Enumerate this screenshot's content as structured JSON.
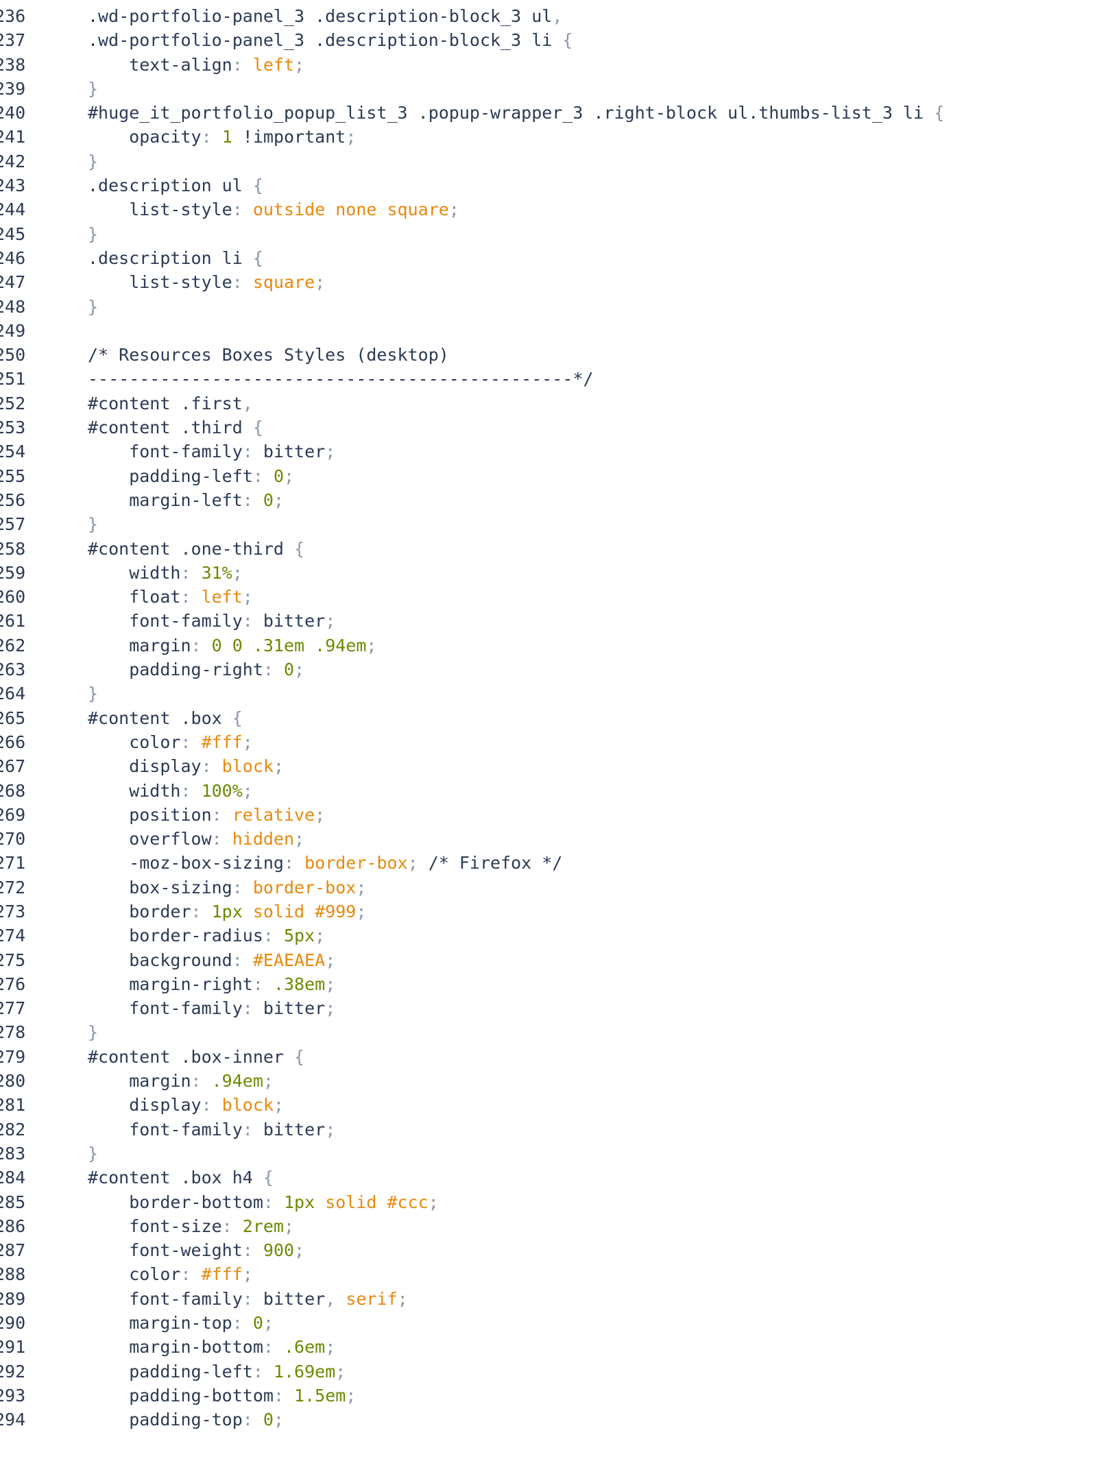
{
  "editor": {
    "colors": {
      "text": "#2b3a55",
      "keyword": "#e8890c",
      "number": "#6b8a00",
      "punctuation": "#8a97a8",
      "background": "#ffffff"
    },
    "lines": [
      {
        "number": "236",
        "tokens": [
          {
            "t": "sel",
            "v": ".wd-portfolio-panel_3 .description-block_3 ul"
          },
          {
            "t": "punc",
            "v": ","
          }
        ]
      },
      {
        "number": "237",
        "tokens": [
          {
            "t": "sel",
            "v": ".wd-portfolio-panel_3 .description-block_3 li "
          },
          {
            "t": "punc",
            "v": "{"
          }
        ]
      },
      {
        "number": "238",
        "tokens": [
          {
            "t": "prop",
            "v": "    text-align"
          },
          {
            "t": "punc",
            "v": ": "
          },
          {
            "t": "kw",
            "v": "left"
          },
          {
            "t": "punc",
            "v": ";"
          }
        ]
      },
      {
        "number": "239",
        "tokens": [
          {
            "t": "punc",
            "v": "}"
          }
        ]
      },
      {
        "number": "240",
        "tokens": [
          {
            "t": "sel",
            "v": "#huge_it_portfolio_popup_list_3 .popup-wrapper_3 .right-block ul.thumbs-list_3 li "
          },
          {
            "t": "punc",
            "v": "{"
          }
        ]
      },
      {
        "number": "241",
        "tokens": [
          {
            "t": "prop",
            "v": "    opacity"
          },
          {
            "t": "punc",
            "v": ": "
          },
          {
            "t": "num",
            "v": "1"
          },
          {
            "t": "prop",
            "v": " !important"
          },
          {
            "t": "punc",
            "v": ";"
          }
        ]
      },
      {
        "number": "242",
        "tokens": [
          {
            "t": "punc",
            "v": "}"
          }
        ]
      },
      {
        "number": "243",
        "tokens": [
          {
            "t": "sel",
            "v": ".description ul "
          },
          {
            "t": "punc",
            "v": "{"
          }
        ]
      },
      {
        "number": "244",
        "tokens": [
          {
            "t": "prop",
            "v": "    list-style"
          },
          {
            "t": "punc",
            "v": ": "
          },
          {
            "t": "kw",
            "v": "outside none square"
          },
          {
            "t": "punc",
            "v": ";"
          }
        ]
      },
      {
        "number": "245",
        "tokens": [
          {
            "t": "punc",
            "v": "}"
          }
        ]
      },
      {
        "number": "246",
        "tokens": [
          {
            "t": "sel",
            "v": ".description li "
          },
          {
            "t": "punc",
            "v": "{"
          }
        ]
      },
      {
        "number": "247",
        "tokens": [
          {
            "t": "prop",
            "v": "    list-style"
          },
          {
            "t": "punc",
            "v": ": "
          },
          {
            "t": "kw",
            "v": "square"
          },
          {
            "t": "punc",
            "v": ";"
          }
        ]
      },
      {
        "number": "248",
        "tokens": [
          {
            "t": "punc",
            "v": "}"
          }
        ]
      },
      {
        "number": "249",
        "tokens": []
      },
      {
        "number": "250",
        "tokens": [
          {
            "t": "com",
            "v": "/* Resources Boxes Styles (desktop)"
          }
        ]
      },
      {
        "number": "251",
        "tokens": [
          {
            "t": "com",
            "v": "-----------------------------------------------*/"
          }
        ]
      },
      {
        "number": "252",
        "tokens": [
          {
            "t": "sel",
            "v": "#content .first"
          },
          {
            "t": "punc",
            "v": ","
          }
        ]
      },
      {
        "number": "253",
        "tokens": [
          {
            "t": "sel",
            "v": "#content .third "
          },
          {
            "t": "punc",
            "v": "{"
          }
        ]
      },
      {
        "number": "254",
        "tokens": [
          {
            "t": "prop",
            "v": "    font-family"
          },
          {
            "t": "punc",
            "v": ": "
          },
          {
            "t": "prop",
            "v": "bitter"
          },
          {
            "t": "punc",
            "v": ";"
          }
        ]
      },
      {
        "number": "255",
        "tokens": [
          {
            "t": "prop",
            "v": "    padding-left"
          },
          {
            "t": "punc",
            "v": ": "
          },
          {
            "t": "num",
            "v": "0"
          },
          {
            "t": "punc",
            "v": ";"
          }
        ]
      },
      {
        "number": "256",
        "tokens": [
          {
            "t": "prop",
            "v": "    margin-left"
          },
          {
            "t": "punc",
            "v": ": "
          },
          {
            "t": "num",
            "v": "0"
          },
          {
            "t": "punc",
            "v": ";"
          }
        ]
      },
      {
        "number": "257",
        "tokens": [
          {
            "t": "punc",
            "v": "}"
          }
        ]
      },
      {
        "number": "258",
        "tokens": [
          {
            "t": "sel",
            "v": "#content .one-third "
          },
          {
            "t": "punc",
            "v": "{"
          }
        ]
      },
      {
        "number": "259",
        "tokens": [
          {
            "t": "prop",
            "v": "    width"
          },
          {
            "t": "punc",
            "v": ": "
          },
          {
            "t": "num",
            "v": "31%"
          },
          {
            "t": "punc",
            "v": ";"
          }
        ]
      },
      {
        "number": "260",
        "tokens": [
          {
            "t": "prop",
            "v": "    float"
          },
          {
            "t": "punc",
            "v": ": "
          },
          {
            "t": "kw",
            "v": "left"
          },
          {
            "t": "punc",
            "v": ";"
          }
        ]
      },
      {
        "number": "261",
        "tokens": [
          {
            "t": "prop",
            "v": "    font-family"
          },
          {
            "t": "punc",
            "v": ": "
          },
          {
            "t": "prop",
            "v": "bitter"
          },
          {
            "t": "punc",
            "v": ";"
          }
        ]
      },
      {
        "number": "262",
        "tokens": [
          {
            "t": "prop",
            "v": "    margin"
          },
          {
            "t": "punc",
            "v": ": "
          },
          {
            "t": "num",
            "v": "0 0 .31em .94em"
          },
          {
            "t": "punc",
            "v": ";"
          }
        ]
      },
      {
        "number": "263",
        "tokens": [
          {
            "t": "prop",
            "v": "    padding-right"
          },
          {
            "t": "punc",
            "v": ": "
          },
          {
            "t": "num",
            "v": "0"
          },
          {
            "t": "punc",
            "v": ";"
          }
        ]
      },
      {
        "number": "264",
        "tokens": [
          {
            "t": "punc",
            "v": "}"
          }
        ]
      },
      {
        "number": "265",
        "tokens": [
          {
            "t": "sel",
            "v": "#content .box "
          },
          {
            "t": "punc",
            "v": "{"
          }
        ]
      },
      {
        "number": "266",
        "tokens": [
          {
            "t": "prop",
            "v": "    color"
          },
          {
            "t": "punc",
            "v": ": "
          },
          {
            "t": "kw",
            "v": "#fff"
          },
          {
            "t": "punc",
            "v": ";"
          }
        ]
      },
      {
        "number": "267",
        "tokens": [
          {
            "t": "prop",
            "v": "    display"
          },
          {
            "t": "punc",
            "v": ": "
          },
          {
            "t": "kw",
            "v": "block"
          },
          {
            "t": "punc",
            "v": ";"
          }
        ]
      },
      {
        "number": "268",
        "tokens": [
          {
            "t": "prop",
            "v": "    width"
          },
          {
            "t": "punc",
            "v": ": "
          },
          {
            "t": "num",
            "v": "100%"
          },
          {
            "t": "punc",
            "v": ";"
          }
        ]
      },
      {
        "number": "269",
        "tokens": [
          {
            "t": "prop",
            "v": "    position"
          },
          {
            "t": "punc",
            "v": ": "
          },
          {
            "t": "kw",
            "v": "relative"
          },
          {
            "t": "punc",
            "v": ";"
          }
        ]
      },
      {
        "number": "270",
        "tokens": [
          {
            "t": "prop",
            "v": "    overflow"
          },
          {
            "t": "punc",
            "v": ": "
          },
          {
            "t": "kw",
            "v": "hidden"
          },
          {
            "t": "punc",
            "v": ";"
          }
        ]
      },
      {
        "number": "271",
        "tokens": [
          {
            "t": "prop",
            "v": "    -moz-box-sizing"
          },
          {
            "t": "punc",
            "v": ": "
          },
          {
            "t": "kw",
            "v": "border-box"
          },
          {
            "t": "punc",
            "v": "; "
          },
          {
            "t": "com",
            "v": "/* Firefox */"
          }
        ]
      },
      {
        "number": "272",
        "tokens": [
          {
            "t": "prop",
            "v": "    box-sizing"
          },
          {
            "t": "punc",
            "v": ": "
          },
          {
            "t": "kw",
            "v": "border-box"
          },
          {
            "t": "punc",
            "v": ";"
          }
        ]
      },
      {
        "number": "273",
        "tokens": [
          {
            "t": "prop",
            "v": "    border"
          },
          {
            "t": "punc",
            "v": ": "
          },
          {
            "t": "num",
            "v": "1px"
          },
          {
            "t": "kw",
            "v": " solid #999"
          },
          {
            "t": "punc",
            "v": ";"
          }
        ]
      },
      {
        "number": "274",
        "tokens": [
          {
            "t": "prop",
            "v": "    border-radius"
          },
          {
            "t": "punc",
            "v": ": "
          },
          {
            "t": "num",
            "v": "5px"
          },
          {
            "t": "punc",
            "v": ";"
          }
        ]
      },
      {
        "number": "275",
        "tokens": [
          {
            "t": "prop",
            "v": "    background"
          },
          {
            "t": "punc",
            "v": ": "
          },
          {
            "t": "kw",
            "v": "#EAEAEA"
          },
          {
            "t": "punc",
            "v": ";"
          }
        ]
      },
      {
        "number": "276",
        "tokens": [
          {
            "t": "prop",
            "v": "    margin-right"
          },
          {
            "t": "punc",
            "v": ": "
          },
          {
            "t": "num",
            "v": ".38em"
          },
          {
            "t": "punc",
            "v": ";"
          }
        ]
      },
      {
        "number": "277",
        "tokens": [
          {
            "t": "prop",
            "v": "    font-family"
          },
          {
            "t": "punc",
            "v": ": "
          },
          {
            "t": "prop",
            "v": "bitter"
          },
          {
            "t": "punc",
            "v": ";"
          }
        ]
      },
      {
        "number": "278",
        "tokens": [
          {
            "t": "punc",
            "v": "}"
          }
        ]
      },
      {
        "number": "279",
        "tokens": [
          {
            "t": "sel",
            "v": "#content .box-inner "
          },
          {
            "t": "punc",
            "v": "{"
          }
        ]
      },
      {
        "number": "280",
        "tokens": [
          {
            "t": "prop",
            "v": "    margin"
          },
          {
            "t": "punc",
            "v": ": "
          },
          {
            "t": "num",
            "v": ".94em"
          },
          {
            "t": "punc",
            "v": ";"
          }
        ]
      },
      {
        "number": "281",
        "tokens": [
          {
            "t": "prop",
            "v": "    display"
          },
          {
            "t": "punc",
            "v": ": "
          },
          {
            "t": "kw",
            "v": "block"
          },
          {
            "t": "punc",
            "v": ";"
          }
        ]
      },
      {
        "number": "282",
        "tokens": [
          {
            "t": "prop",
            "v": "    font-family"
          },
          {
            "t": "punc",
            "v": ": "
          },
          {
            "t": "prop",
            "v": "bitter"
          },
          {
            "t": "punc",
            "v": ";"
          }
        ]
      },
      {
        "number": "283",
        "tokens": [
          {
            "t": "punc",
            "v": "}"
          }
        ]
      },
      {
        "number": "284",
        "tokens": [
          {
            "t": "sel",
            "v": "#content .box h4 "
          },
          {
            "t": "punc",
            "v": "{"
          }
        ]
      },
      {
        "number": "285",
        "tokens": [
          {
            "t": "prop",
            "v": "    border-bottom"
          },
          {
            "t": "punc",
            "v": ": "
          },
          {
            "t": "num",
            "v": "1px"
          },
          {
            "t": "kw",
            "v": " solid #ccc"
          },
          {
            "t": "punc",
            "v": ";"
          }
        ]
      },
      {
        "number": "286",
        "tokens": [
          {
            "t": "prop",
            "v": "    font-size"
          },
          {
            "t": "punc",
            "v": ": "
          },
          {
            "t": "num",
            "v": "2rem"
          },
          {
            "t": "punc",
            "v": ";"
          }
        ]
      },
      {
        "number": "287",
        "tokens": [
          {
            "t": "prop",
            "v": "    font-weight"
          },
          {
            "t": "punc",
            "v": ": "
          },
          {
            "t": "num",
            "v": "900"
          },
          {
            "t": "punc",
            "v": ";"
          }
        ]
      },
      {
        "number": "288",
        "tokens": [
          {
            "t": "prop",
            "v": "    color"
          },
          {
            "t": "punc",
            "v": ": "
          },
          {
            "t": "kw",
            "v": "#fff"
          },
          {
            "t": "punc",
            "v": ";"
          }
        ]
      },
      {
        "number": "289",
        "tokens": [
          {
            "t": "prop",
            "v": "    font-family"
          },
          {
            "t": "punc",
            "v": ": "
          },
          {
            "t": "prop",
            "v": "bitter"
          },
          {
            "t": "punc",
            "v": ", "
          },
          {
            "t": "kw",
            "v": "serif"
          },
          {
            "t": "punc",
            "v": ";"
          }
        ]
      },
      {
        "number": "290",
        "tokens": [
          {
            "t": "prop",
            "v": "    margin-top"
          },
          {
            "t": "punc",
            "v": ": "
          },
          {
            "t": "num",
            "v": "0"
          },
          {
            "t": "punc",
            "v": ";"
          }
        ]
      },
      {
        "number": "291",
        "tokens": [
          {
            "t": "prop",
            "v": "    margin-bottom"
          },
          {
            "t": "punc",
            "v": ": "
          },
          {
            "t": "num",
            "v": ".6em"
          },
          {
            "t": "punc",
            "v": ";"
          }
        ]
      },
      {
        "number": "292",
        "tokens": [
          {
            "t": "prop",
            "v": "    padding-left"
          },
          {
            "t": "punc",
            "v": ": "
          },
          {
            "t": "num",
            "v": "1.69em"
          },
          {
            "t": "punc",
            "v": ";"
          }
        ]
      },
      {
        "number": "293",
        "tokens": [
          {
            "t": "prop",
            "v": "    padding-bottom"
          },
          {
            "t": "punc",
            "v": ": "
          },
          {
            "t": "num",
            "v": "1.5em"
          },
          {
            "t": "punc",
            "v": ";"
          }
        ]
      },
      {
        "number": "294",
        "tokens": [
          {
            "t": "prop",
            "v": "    padding-top"
          },
          {
            "t": "punc",
            "v": ": "
          },
          {
            "t": "num",
            "v": "0"
          },
          {
            "t": "punc",
            "v": ";"
          }
        ]
      }
    ]
  }
}
